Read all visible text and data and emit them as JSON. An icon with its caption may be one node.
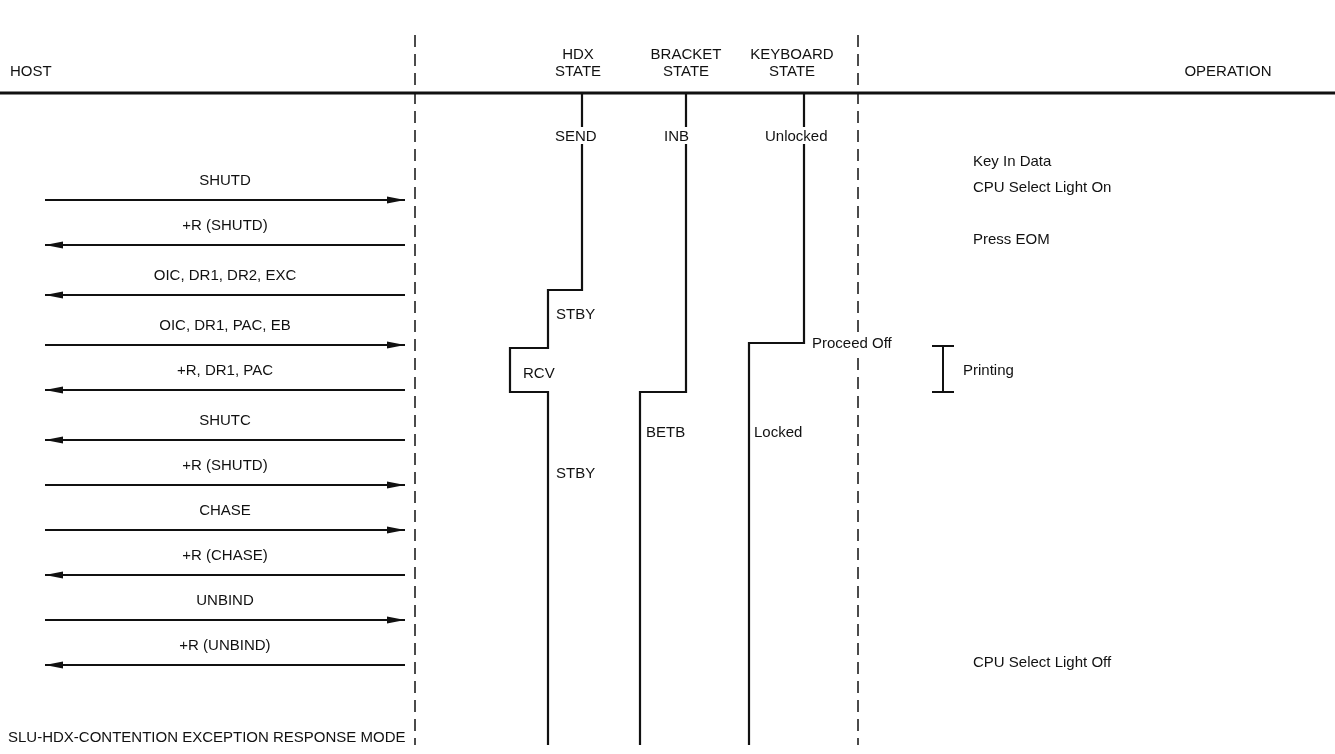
{
  "diagram": {
    "caption": "SLU-HDX-CONTENTION EXCEPTION RESPONSE MODE",
    "nodes": [
      {
        "text": [
          "HOST"
        ]
      },
      {
        "text": [],
        "shape": "bar"
      }
    ],
    "edges": [
      {
        "from": null,
        "to": 1,
        "arrow": "to",
        "label": "SHUTD"
      },
      {
        "from": 1,
        "to": null,
        "arrow": "to",
        "label": "+R (SHUTD)"
      },
      {
        "from": 1,
        "to": null,
        "arrow": "to",
        "label": "OIC, DR1, DR2, EXC"
      },
      {
        "from": null,
        "to": 1,
        "arrow": "to",
        "label": "OIC, DR1, PAC, EB"
      },
      {
        "from": 1,
        "to": null,
        "arrow": "to",
        "label": "+R, DR1, PAC"
      },
      {
        "from": 1,
        "to": null,
        "arrow": "to",
        "label": "SHUTC"
      },
      {
        "from": null,
        "to": 1,
        "arrow": "to",
        "label": "+R (SHUTD)"
      },
      {
        "from": null,
        "to": 1,
        "arrow": "to",
        "label": "CHASE"
      },
      {
        "from": 1,
        "to": null,
        "arrow": "to",
        "label": "+R (CHASE)"
      },
      {
        "from": null,
        "to": 1,
        "arrow": "to",
        "label": "UNBIND"
      },
      {
        "from": 1,
        "to": null,
        "arrow": "to",
        "label": "+R (UNBIND)"
      }
    ],
    "labels": [
      "HDX STATE",
      "BRACKET STATE",
      "KEYBOARD STATE",
      "OPERATION",
      "SEND",
      "INB",
      "Unlocked",
      "Key In Data",
      "CPU Select Light On",
      "Press EOM",
      "STBY",
      "Proceed Off",
      "RCV",
      "Printing",
      "BETB",
      "Locked",
      "STBY",
      "CPU Select Light Off"
    ]
  }
}
